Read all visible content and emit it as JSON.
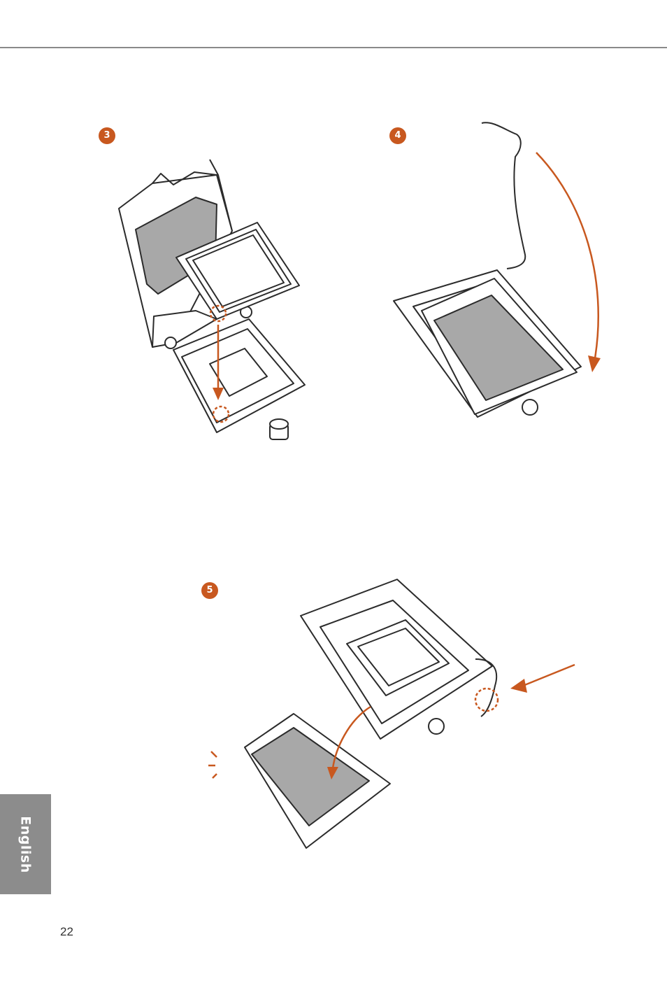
{
  "steps": [
    {
      "number": "3"
    },
    {
      "number": "4"
    },
    {
      "number": "5"
    }
  ],
  "side_tab": {
    "label": "English"
  },
  "page": {
    "number": "22"
  },
  "colors": {
    "accent": "#c8581f",
    "line": "#2b2b2b",
    "fill_gray": "#a8a8a8",
    "tab_gray": "#8c8c8c",
    "rule": "#8a8a8a"
  },
  "icons": {
    "step3": "cpu-insert-illustration",
    "step4": "lever-close-illustration",
    "step5": "cover-release-illustration"
  }
}
